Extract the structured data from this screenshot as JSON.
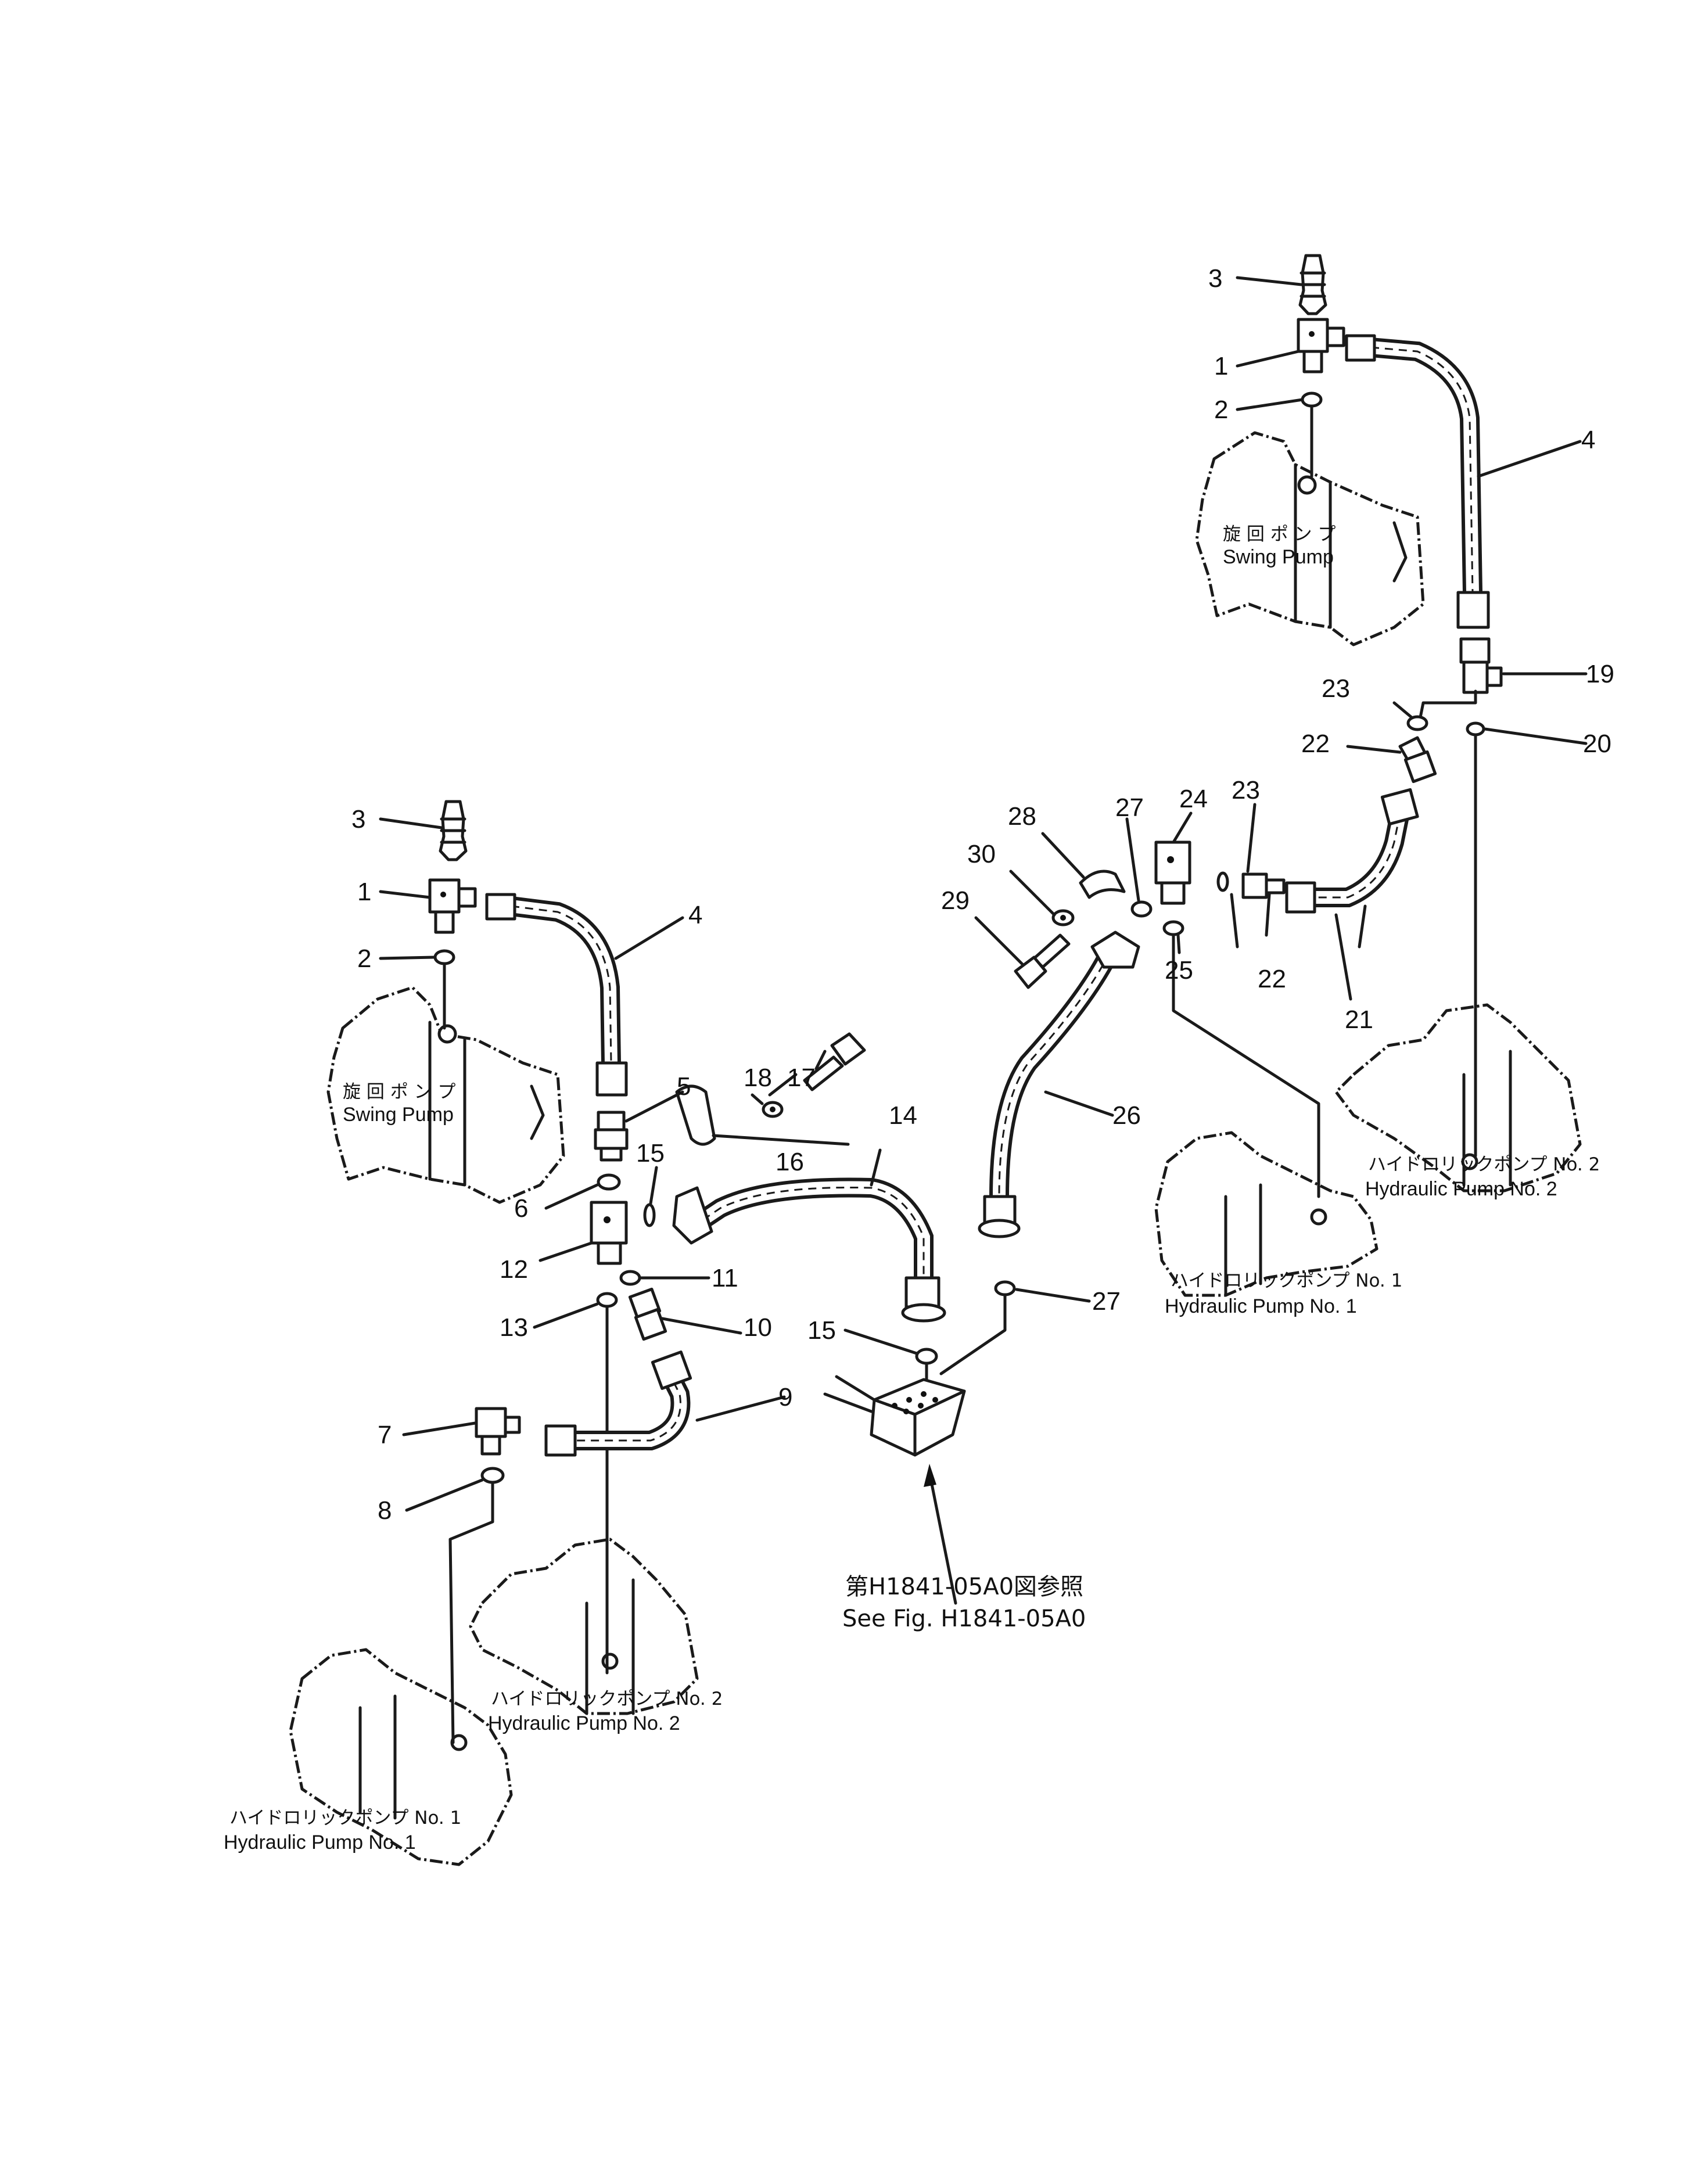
{
  "callouts": [
    "1",
    "2",
    "3",
    "4",
    "5",
    "6",
    "7",
    "8",
    "9",
    "10",
    "11",
    "12",
    "13",
    "14",
    "15",
    "16",
    "17",
    "18",
    "19",
    "20",
    "21",
    "22",
    "23",
    "24",
    "25",
    "26",
    "27",
    "28",
    "29",
    "30"
  ],
  "labels": {
    "swing_pump_jp": "旋 回 ポ ン プ",
    "swing_pump_en": "Swing  Pump",
    "hyd_pump_1_jp": "ハイドロリックポンプ  No. 1",
    "hyd_pump_1_en": "Hydraulic  Pump  No. 1",
    "hyd_pump_2_jp": "ハイドロリックポンプ  No. 2",
    "hyd_pump_2_en": "Hydraulic  Pump  No. 2"
  },
  "reference": {
    "jp": "第H1841-05A0図参照",
    "en": "See  Fig.  H1841-05A0"
  }
}
